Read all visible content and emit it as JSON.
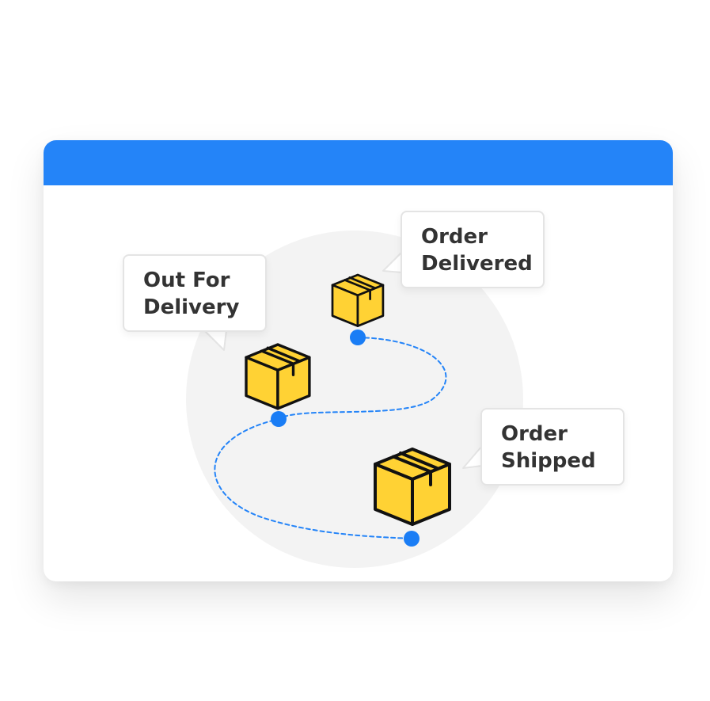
{
  "steps": [
    {
      "id": "out_for_delivery",
      "line1": "Out For",
      "line2": "Delivery"
    },
    {
      "id": "order_delivered",
      "line1": "Order",
      "line2": "Delivered"
    },
    {
      "id": "order_shipped",
      "line1": "Order",
      "line2": "Shipped"
    }
  ],
  "colors": {
    "accent": "#2484f8",
    "box_fill": "#ffd234",
    "box_outline": "#111111",
    "bubble_text": "#333333",
    "route": "#2484f8"
  },
  "icons": [
    "package-box-icon"
  ]
}
